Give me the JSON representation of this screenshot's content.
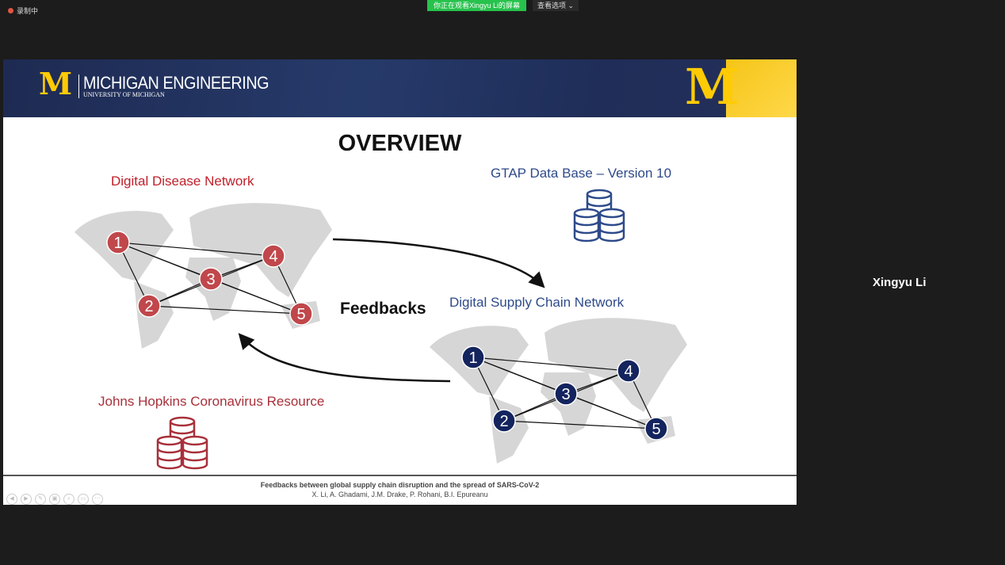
{
  "topbar": {
    "recording": "录制中",
    "viewing_banner": "你正在观看Xingyu  Li的屏幕",
    "view_options": "查看选项 ⌄"
  },
  "slide": {
    "header": {
      "logo_letter": "M",
      "brand": "MICHIGAN ENGINEERING",
      "university": "UNIVERSITY OF MICHIGAN"
    },
    "title": "OVERVIEW",
    "disease_network": {
      "label": "Digital Disease Network",
      "color": "#c0202a",
      "node_color": "#c0474b",
      "nodes": [
        "1",
        "2",
        "3",
        "4",
        "5"
      ]
    },
    "gtap": {
      "label": "GTAP Data Base – Version 10",
      "color": "#2e4a8a"
    },
    "supply_network": {
      "label": "Digital Supply Chain Network",
      "color": "#2e4a8a",
      "node_color": "#13245e",
      "nodes": [
        "1",
        "2",
        "3",
        "4",
        "5"
      ]
    },
    "feedbacks": "Feedbacks",
    "jhu": {
      "label": "Johns Hopkins Coronavirus Resource",
      "color": "#a8303a"
    },
    "footer": {
      "title": "Feedbacks between global supply chain disruption and the spread of SARS-CoV-2",
      "authors": "X. Li, A. Ghadami, J.M. Drake, P. Rohani, B.I. Epureanu"
    }
  },
  "participant": {
    "name": "Xingyu Li"
  }
}
